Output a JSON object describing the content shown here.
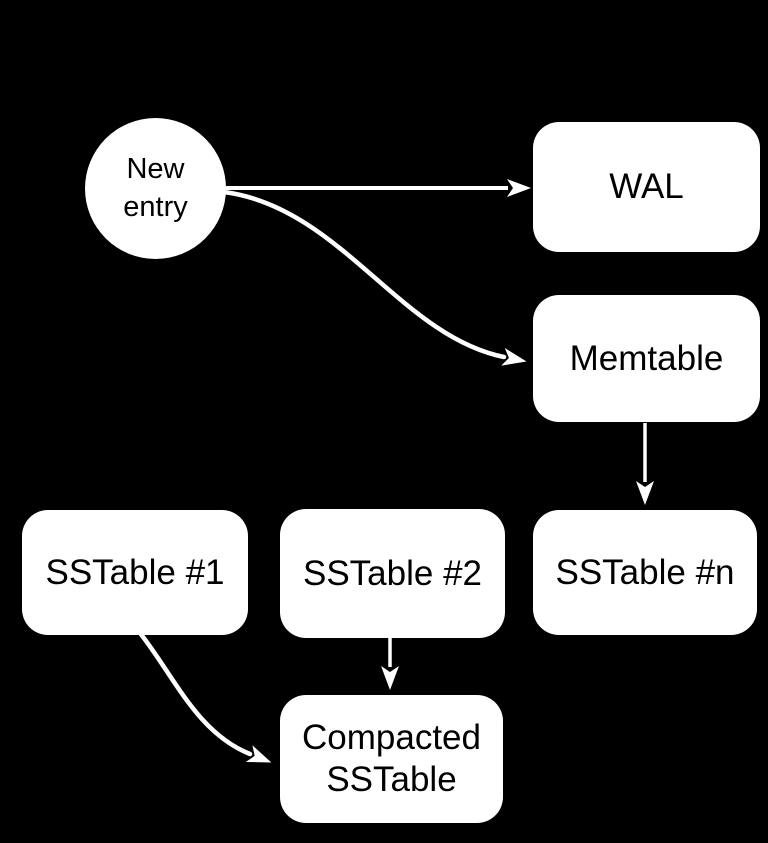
{
  "diagram": {
    "colors": {
      "background": "#000000",
      "node_fill": "#ffffff",
      "node_text": "#000000",
      "arrow": "#ffffff"
    },
    "nodes": {
      "new_entry": {
        "label": "New entry",
        "shape": "circle"
      },
      "wal": {
        "label": "WAL",
        "shape": "rounded-rect"
      },
      "memtable": {
        "label": "Memtable",
        "shape": "rounded-rect"
      },
      "sstable1": {
        "label": "SSTable #1",
        "shape": "rounded-rect"
      },
      "sstable2": {
        "label": "SSTable #2",
        "shape": "rounded-rect"
      },
      "sstablen": {
        "label": "SSTable #n",
        "shape": "rounded-rect"
      },
      "compacted": {
        "label": "Compacted SSTable",
        "shape": "rounded-rect"
      }
    },
    "edges": [
      {
        "from": "New entry",
        "to": "WAL",
        "style": "straight"
      },
      {
        "from": "New entry",
        "to": "Memtable",
        "style": "curved"
      },
      {
        "from": "Memtable",
        "to": "SSTable #n",
        "style": "straight"
      },
      {
        "from": "SSTable #2",
        "to": "Compacted SSTable",
        "style": "straight"
      },
      {
        "from": "SSTable #1",
        "to": "Compacted SSTable",
        "style": "curved"
      }
    ]
  }
}
